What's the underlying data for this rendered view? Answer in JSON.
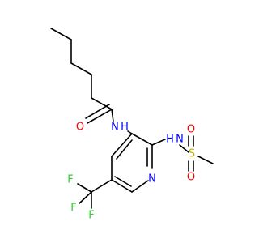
{
  "molecule": {
    "atoms": {
      "amide_N": {
        "text": "N",
        "color": "#0000ff"
      },
      "amide_H": {
        "text": "H",
        "color": "#0000ff"
      },
      "carbonyl_O": {
        "text": "O",
        "color": "#ff0000"
      },
      "sulfonamide_N": {
        "text": "N",
        "color": "#0000ff"
      },
      "sulfonamide_H": {
        "text": "H",
        "color": "#0000ff"
      },
      "sulfur": {
        "text": "S",
        "color": "#c8b400"
      },
      "sulfonyl_O1": {
        "text": "O",
        "color": "#ff0000"
      },
      "sulfonyl_O2": {
        "text": "O",
        "color": "#ff0000"
      },
      "ring_N": {
        "text": "N",
        "color": "#0000ff"
      },
      "fluorine_1": {
        "text": "F",
        "color": "#33cc33"
      },
      "fluorine_2": {
        "text": "F",
        "color": "#33cc33"
      },
      "fluorine_3": {
        "text": "F",
        "color": "#33cc33"
      }
    }
  }
}
